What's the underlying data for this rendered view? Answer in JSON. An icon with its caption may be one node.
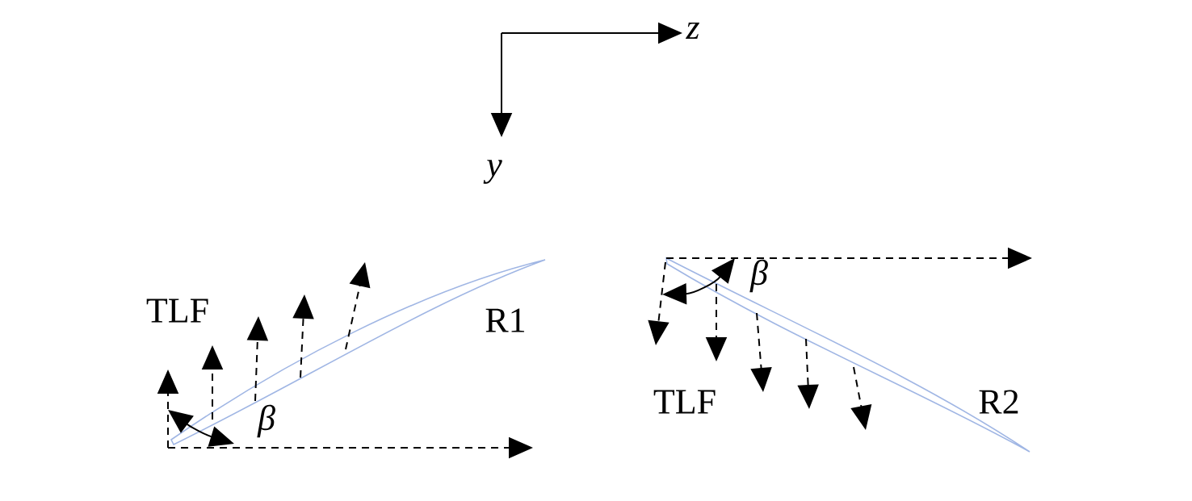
{
  "diagram": {
    "labels": [
      "z",
      "y",
      "TLF",
      "R1",
      "β",
      "TLF",
      "R2",
      "β"
    ]
  }
}
